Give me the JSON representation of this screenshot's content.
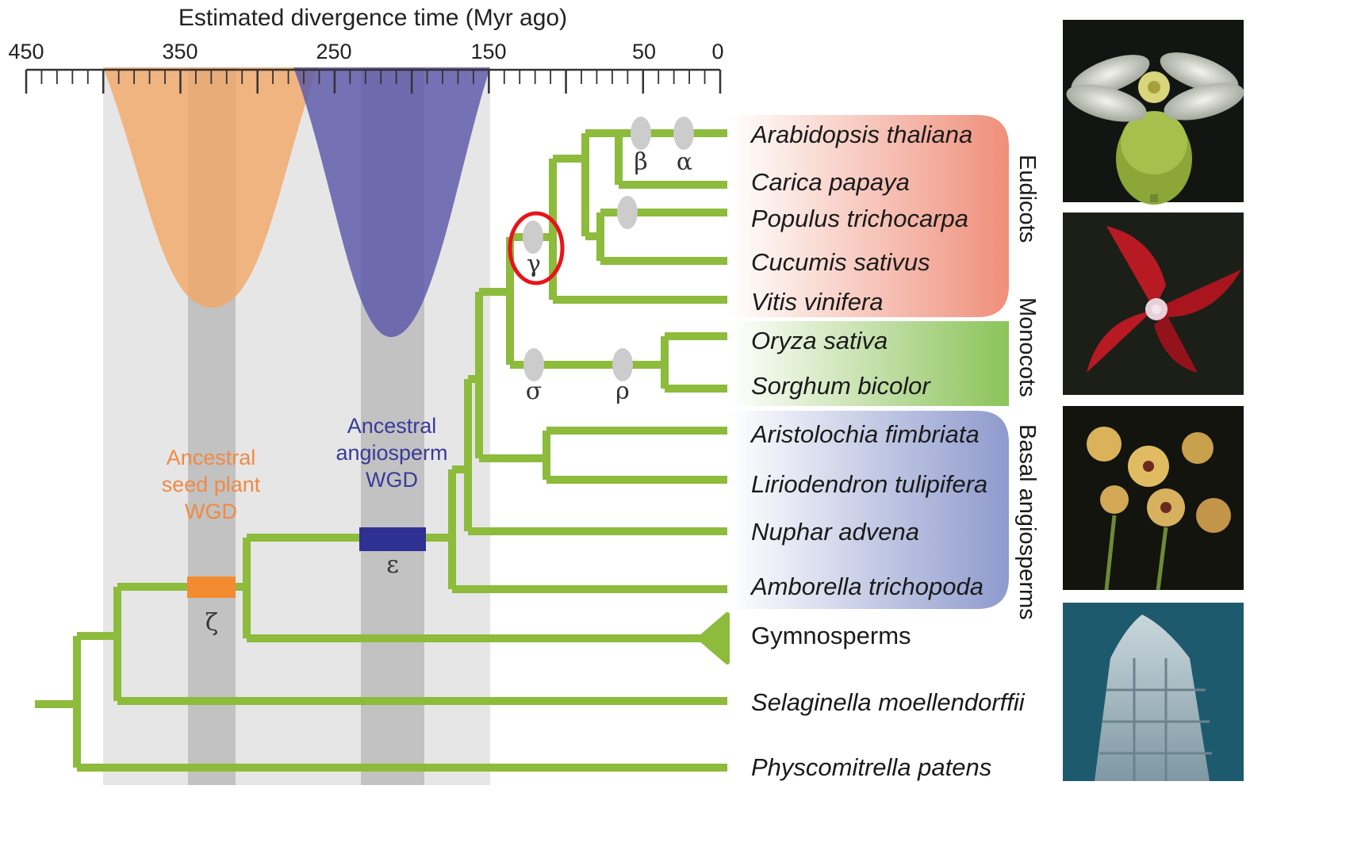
{
  "axis": {
    "title": "Estimated divergence time (Myr ago)",
    "ticks": [
      "450",
      "350",
      "250",
      "150",
      "50",
      "0"
    ]
  },
  "wgd_events": {
    "seed_plant": {
      "line1": "Ancestral",
      "line2": "seed plant",
      "line3": "WGD",
      "symbol": "ζ",
      "color": "#f28b30"
    },
    "angiosperm": {
      "line1": "Ancestral",
      "line2": "angiosperm",
      "line3": "WGD",
      "symbol": "ε",
      "color": "#2e3192"
    }
  },
  "greek_labels": {
    "beta": "β",
    "alpha": "α",
    "gamma": "γ",
    "sigma": "σ",
    "rho": "ρ"
  },
  "taxa": {
    "arabidopsis": "Arabidopsis thaliana",
    "carica": "Carica papaya",
    "populus": "Populus trichocarpa",
    "cucumis": "Cucumis sativus",
    "vitis": "Vitis vinifera",
    "oryza": "Oryza sativa",
    "sorghum": "Sorghum bicolor",
    "aristolochia": "Aristolochia fimbriata",
    "liriodendron": "Liriodendron tulipifera",
    "nuphar": "Nuphar advena",
    "amborella": "Amborella trichopoda",
    "gymnosperms": "Gymnosperms",
    "selaginella": "Selaginella moellendorffii",
    "physcomitrella": "Physcomitrella patens"
  },
  "clades": {
    "eudicots": "Eudicots",
    "monocots": "Monocots",
    "basal": "Basal angiosperms"
  },
  "colors": {
    "branch": "#8dbb3c",
    "eudicots": "#ef8f7a",
    "monocots": "#8cc35a",
    "basal": "#8e9acd",
    "highlight_ring": "#e8141c"
  },
  "photos": [
    "white-flower-photo",
    "red-trillium-photo",
    "yellow-flower-cluster-photo",
    "cycad-cone-photo"
  ]
}
